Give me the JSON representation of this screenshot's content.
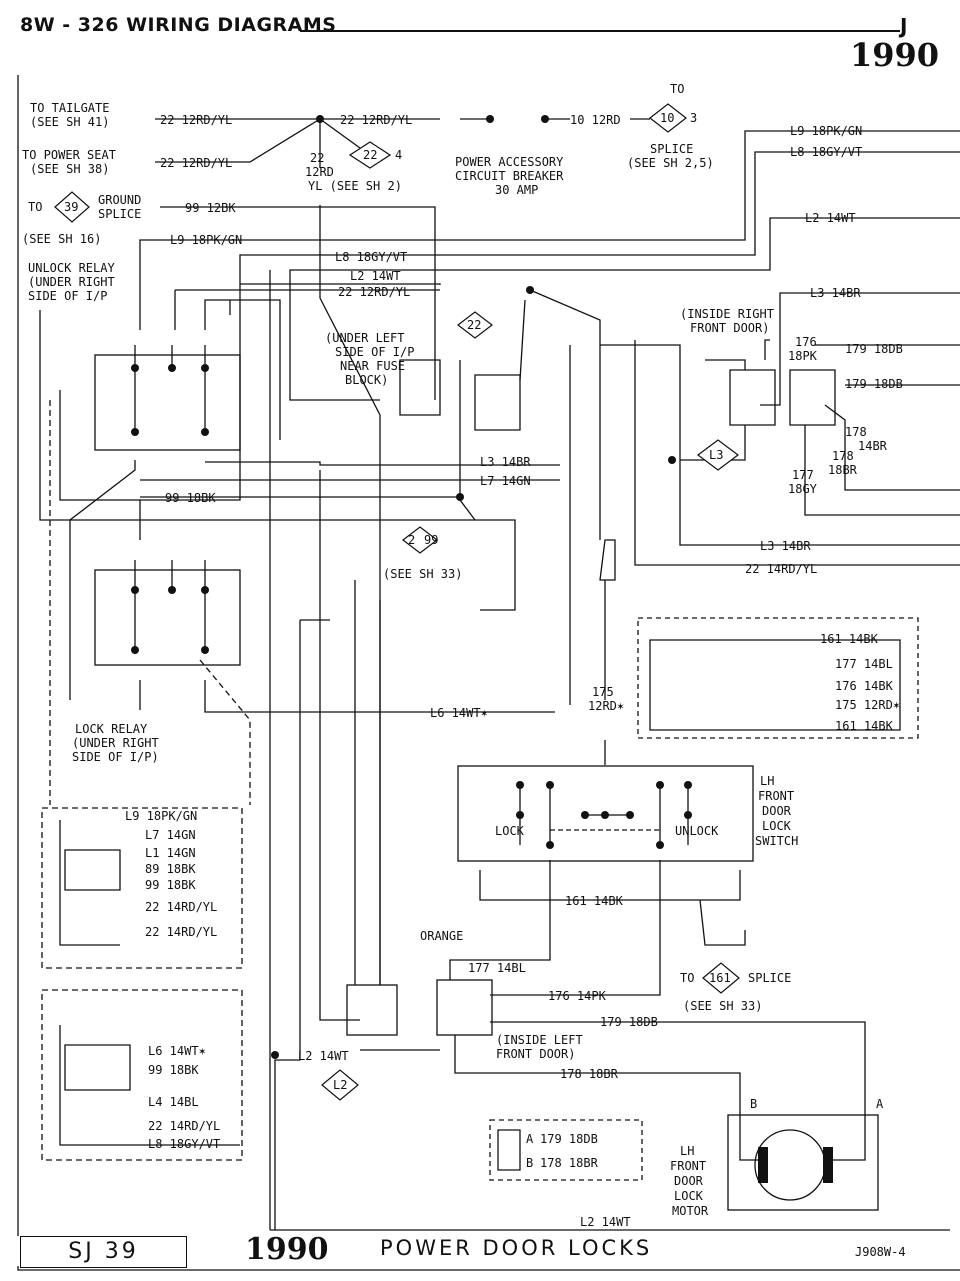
{
  "header": {
    "section": "8W - 326 WIRING DIAGRAMS",
    "letter": "J",
    "year": "1990"
  },
  "footer": {
    "sheet": "SJ 39",
    "year": "1990",
    "title": "POWER DOOR LOCKS",
    "code": "J908W-4"
  },
  "labels": {
    "to_tailgate_1": "TO TAILGATE",
    "to_tailgate_2": "(SEE SH 41)",
    "to_power_seat_1": "TO POWER SEAT",
    "to_power_seat_2": "(SEE SH 38)",
    "to_ground": "TO",
    "ground_splice_1": "GROUND",
    "ground_splice_2": "SPLICE",
    "see_sh_16": "(SEE SH 16)",
    "w22_12rdyl_a": "22 12RD/YL",
    "w22_12rdyl_b": "22 12RD/YL",
    "w22_12rdyl_c": "22 12RD/YL",
    "w99_12bk": "99 12BK",
    "w10_12rd": "10 12RD",
    "pacb_1": "POWER ACCESSORY",
    "pacb_2": "CIRCUIT BREAKER",
    "pacb_3": "30 AMP",
    "splice_to": "TO",
    "splice_word": "SPLICE",
    "splice_sh": "(SEE SH 2,5)",
    "d22_a": "22",
    "d4": "4",
    "v22_1": "22",
    "v22_2": "12RD",
    "v22_3": "YL (SEE SH 2)",
    "d39": "39",
    "d10": "10",
    "d3": "3",
    "l9_top": "L9 18PK/GN",
    "l8_top": "L8 18GY/VT",
    "l2_top": "L2 14WT",
    "l3_top": "L3 14BR",
    "l9_left": "L9 18PK/GN",
    "l8_mid": "L8 18GY/VT",
    "l2_mid": "L2 14WT",
    "w22_12rdyl_mid": "22 12RD/YL",
    "unlock_relay_1": "UNLOCK RELAY",
    "unlock_relay_2": "(UNDER RIGHT",
    "unlock_relay_3": "SIDE OF I/P",
    "lock_relay_1": "LOCK RELAY",
    "lock_relay_2": "(UNDER RIGHT",
    "lock_relay_3": "SIDE OF I/P)",
    "fuse_block_1": "(UNDER LEFT",
    "fuse_block_2": "SIDE OF I/P",
    "fuse_block_3": "NEAR FUSE",
    "fuse_block_4": "BLOCK)",
    "inside_right_1": "(INSIDE RIGHT",
    "inside_right_2": "FRONT DOOR)",
    "inside_left_1": "(INSIDE LEFT",
    "inside_left_2": "FRONT DOOR)",
    "lh_switch_1": "LH",
    "lh_switch_2": "FRONT",
    "lh_switch_3": "DOOR",
    "lh_switch_4": "LOCK",
    "lh_switch_5": "SWITCH",
    "lh_motor_1": "LH",
    "lh_motor_2": "FRONT",
    "lh_motor_3": "DOOR",
    "lh_motor_4": "LOCK",
    "lh_motor_5": "MOTOR",
    "lock": "LOCK",
    "unlock": "UNLOCK",
    "orange": "ORANGE",
    "splice161_to": "TO",
    "splice161": "161",
    "splice161_word": "SPLICE",
    "see_sh_33_a": "(SEE SH 33)",
    "see_sh_33_b": "(SEE SH 33)",
    "w99_18bk": "99 18BK",
    "l3_14br_a": "L3 14BR",
    "l7_14gn": "L7 14GN",
    "l3_14br_b": "L3 14BR",
    "w22_14rdyl_r": "22 14RD/YL",
    "l6_14wt_b": "L6 14WT✶",
    "w161_14bk": "161 14BK",
    "w177_14bl": "177 14BL",
    "w176_14pk": "176 14PK",
    "w179_18db": "179 18DB",
    "w178_18br": "178 18BR",
    "l2_14wt_bot": "L2 14WT",
    "l2_14wt_foot": "L2 14WT",
    "w179_18db_r1": "179 18DB",
    "w179_18db_r2": "179 18DB",
    "w176_18pk_a": "176",
    "w176_18pk_b": "18PK",
    "w178_a": "178",
    "w178_b": "14BR",
    "w178_c": "178",
    "w178_d": "18BR",
    "w177_a": "177",
    "w177_b": "18GY",
    "sw_161": "161 14BK",
    "sw_177": "177 14BL",
    "sw_176": "176 14BK",
    "sw_175": "175 12RD✶",
    "sw_161b": "161 14BK",
    "v175_a": "175",
    "v175_b": "12RD✶",
    "d2": "2",
    "d99": "99",
    "dL3": "L3",
    "dL2": "L2",
    "d161": "161",
    "box1_l9": "L9 18PK/GN",
    "box1_l7": "L7 14GN",
    "box1_l1": "L1 14GN",
    "box1_89": "89 18BK",
    "box1_99": "99 18BK",
    "box1_22a": "22 14RD/YL",
    "box1_22b": "22 14RD/YL",
    "box2_l6": "L6 14WT✶",
    "box2_99": "99 18BK",
    "box2_l4": "L4 14BL",
    "box2_22": "22 14RD/YL",
    "box2_l8": "L8 18GY/VT",
    "mot_179": "179 18DB",
    "mot_178": "178 18BR",
    "pin_a": "A",
    "pin_b": "B"
  }
}
